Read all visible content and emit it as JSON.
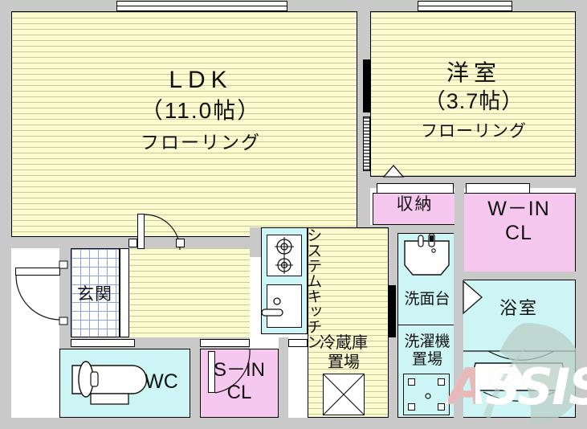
{
  "plan": {
    "title": "賃貸マンション間取図",
    "watermark": {
      "text": "ASSIST",
      "accent": "#e7b9b9",
      "body": "#ffffff",
      "leaf": "#b9cfc6"
    },
    "colors": {
      "wall": "#c9c9c9",
      "flooring": "#fbfbd2",
      "water_room": "#cdf5f5",
      "closet": "#f7c8ef",
      "entrance_tile": "#8aa4e8",
      "outline": "#000000"
    }
  },
  "rooms": [
    {
      "id": "ldk",
      "name": "LDK",
      "size": "(11.0帖)",
      "material": "フローリング",
      "fill": "flooring"
    },
    {
      "id": "yoshitsu",
      "name": "洋室",
      "size": "(3.7帖)",
      "material": "フローリング",
      "fill": "flooring"
    },
    {
      "id": "shuno",
      "name": "収納",
      "size": "",
      "material": "",
      "fill": "closet"
    },
    {
      "id": "wincl",
      "name": "W－IN",
      "size": "CL",
      "material": "",
      "fill": "closet"
    },
    {
      "id": "sincl",
      "name": "S－IN",
      "size": "CL",
      "material": "",
      "fill": "closet"
    },
    {
      "id": "genkan",
      "name": "玄関",
      "size": "",
      "material": "",
      "fill": "tile"
    },
    {
      "id": "wc",
      "name": "WC",
      "size": "",
      "material": "",
      "fill": "water_room"
    },
    {
      "id": "senmen",
      "name": "洗面台",
      "size": "",
      "material": "",
      "fill": "water_room"
    },
    {
      "id": "sentaku",
      "name": "洗濯機",
      "size": "置場",
      "material": "",
      "fill": "water_room"
    },
    {
      "id": "yokushitsu",
      "name": "浴室",
      "size": "",
      "material": "",
      "fill": "water_room"
    },
    {
      "id": "kitchen",
      "name": "システムキッチン",
      "size": "",
      "material": "",
      "fill": "flooring"
    },
    {
      "id": "reizoko",
      "name": "冷蔵庫",
      "size": "置場",
      "material": "",
      "fill": "flooring"
    }
  ],
  "labels": {
    "ldk_name": "LDK",
    "ldk_size": "（11.0帖）",
    "ldk_material": "フローリング",
    "yoshitsu_name": "洋室",
    "yoshitsu_size": "（3.7帖）",
    "yoshitsu_material": "フローリング",
    "shuno": "収納",
    "wincl_1": "W－IN",
    "wincl_2": "CL",
    "sincl_1": "S－IN",
    "sincl_2": "CL",
    "genkan": "玄関",
    "wc": "WC",
    "senmendai": "洗面台",
    "sentakuki_1": "洗濯機",
    "sentakuki_2": "置場",
    "yokushitsu": "浴室",
    "kitchen_vertical": "システムキッチン",
    "reizoko_1": "冷蔵庫",
    "reizoko_2": "置場"
  },
  "fixtures": [
    {
      "name": "gas-stove",
      "burners": 2
    },
    {
      "name": "kitchen-sink",
      "faucet": true
    },
    {
      "name": "toilet",
      "orientation": "horizontal"
    },
    {
      "name": "vanity-basin",
      "faucet": true
    },
    {
      "name": "washing-machine-pan"
    },
    {
      "name": "bathtub"
    },
    {
      "name": "refrigerator-space"
    }
  ],
  "openings": [
    {
      "name": "window-ldk-north"
    },
    {
      "name": "window-yoshitsu-north"
    },
    {
      "name": "entrance-door",
      "swing": "outward-left"
    },
    {
      "name": "ldk-door",
      "swing": "inward"
    },
    {
      "name": "sincl-door",
      "swing": "inward"
    },
    {
      "name": "sliding-door-ldk-yoshitsu"
    },
    {
      "name": "shuno-sliding-door"
    },
    {
      "name": "wincl-sliding-door"
    },
    {
      "name": "bath-folding-door"
    },
    {
      "name": "corridor-sliding-door"
    }
  ]
}
